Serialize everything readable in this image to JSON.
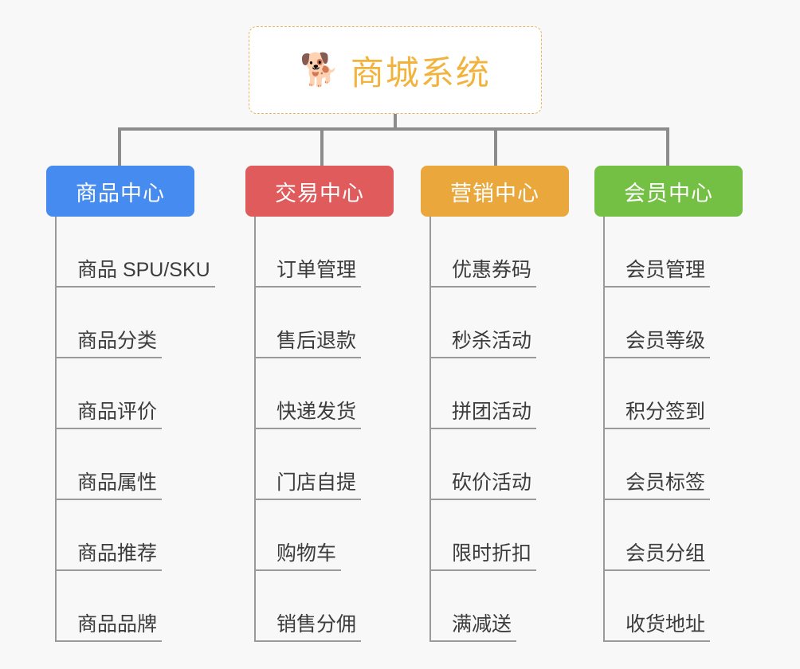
{
  "canvas": {
    "background": "#f8f8f8",
    "connector_color": "#8c8c8c",
    "leaf_line_color": "#9a9a9a",
    "leaf_text_color": "#3c3c3c"
  },
  "root": {
    "icon": "shiba-dog-emoji",
    "icon_glyph": "🐕",
    "title": "商城系统",
    "title_color": "#f2b33d",
    "border_color": "#e8b45c",
    "fill_color": "#ffffff"
  },
  "branches": [
    {
      "id": "product-center",
      "label": "商品中心",
      "color": "#468cf0",
      "items": [
        {
          "label": "商品 SPU/SKU"
        },
        {
          "label": "商品分类"
        },
        {
          "label": "商品评价"
        },
        {
          "label": "商品属性"
        },
        {
          "label": "商品推荐"
        },
        {
          "label": "商品品牌"
        }
      ]
    },
    {
      "id": "trade-center",
      "label": "交易中心",
      "color": "#e05c5c",
      "items": [
        {
          "label": "订单管理"
        },
        {
          "label": "售后退款"
        },
        {
          "label": "快递发货"
        },
        {
          "label": "门店自提"
        },
        {
          "label": "购物车"
        },
        {
          "label": "销售分佣"
        }
      ]
    },
    {
      "id": "marketing-center",
      "label": "营销中心",
      "color": "#eaa83c",
      "items": [
        {
          "label": "优惠券码"
        },
        {
          "label": "秒杀活动"
        },
        {
          "label": "拼团活动"
        },
        {
          "label": "砍价活动"
        },
        {
          "label": "限时折扣"
        },
        {
          "label": "满减送"
        }
      ]
    },
    {
      "id": "member-center",
      "label": "会员中心",
      "color": "#74c044",
      "items": [
        {
          "label": "会员管理"
        },
        {
          "label": "会员等级"
        },
        {
          "label": "积分签到"
        },
        {
          "label": "会员标签"
        },
        {
          "label": "会员分组"
        },
        {
          "label": "收货地址"
        }
      ]
    }
  ],
  "layout": {
    "column_left_positions": [
      58,
      308,
      528,
      746
    ],
    "drop_left_positions": [
      148,
      402,
      620,
      836
    ]
  }
}
